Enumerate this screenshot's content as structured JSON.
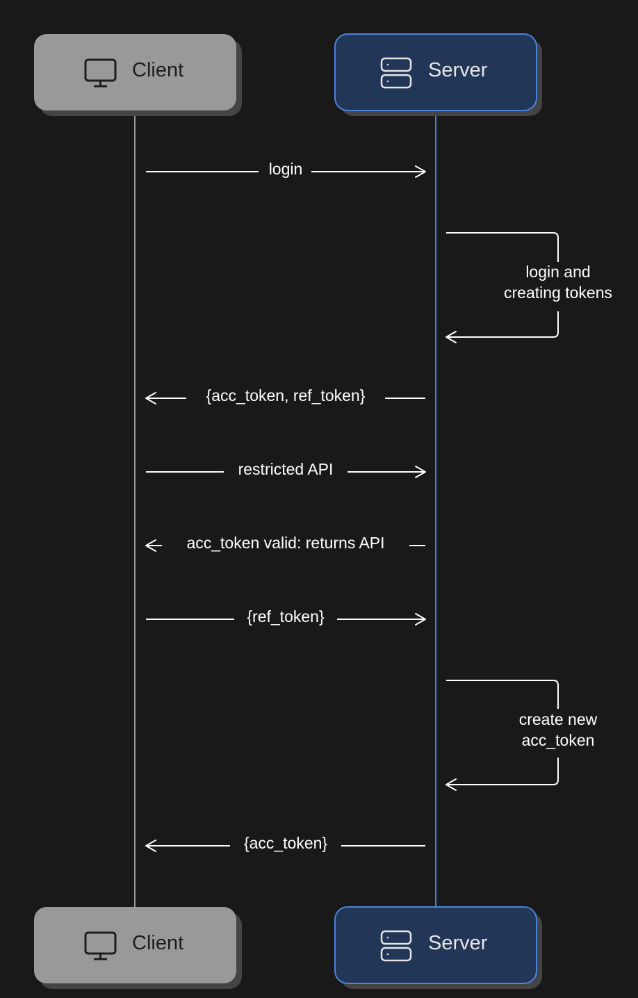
{
  "colors": {
    "background": "#191919",
    "client_fill": "#999999",
    "client_text": "#1e1e1e",
    "client_lifeline": "#999999",
    "server_fill": "#223657",
    "server_stroke": "#4a84dc",
    "server_text": "#e6e6e6",
    "shadow": "#444444",
    "arrow": "#ffffff"
  },
  "actors": {
    "client": {
      "label": "Client",
      "icon": "monitor-icon"
    },
    "server": {
      "label": "Server",
      "icon": "server-icon"
    }
  },
  "messages": [
    {
      "id": "login",
      "from": "client",
      "to": "server",
      "label": "login"
    },
    {
      "id": "login-and-creating-tokens",
      "from": "server",
      "to": "server",
      "label_lines": [
        "login and",
        "creating tokens"
      ]
    },
    {
      "id": "tokens-response",
      "from": "server",
      "to": "client",
      "label": "{acc_token, ref_token}"
    },
    {
      "id": "restricted-api",
      "from": "client",
      "to": "server",
      "label": "restricted API"
    },
    {
      "id": "api-response",
      "from": "server",
      "to": "client",
      "label": "acc_token valid: returns API"
    },
    {
      "id": "ref-token-request",
      "from": "client",
      "to": "server",
      "label": "{ref_token}"
    },
    {
      "id": "create-new-acc-token",
      "from": "server",
      "to": "server",
      "label_lines": [
        "create new",
        "acc_token"
      ]
    },
    {
      "id": "acc-token-response",
      "from": "server",
      "to": "client",
      "label": "{acc_token}"
    }
  ]
}
